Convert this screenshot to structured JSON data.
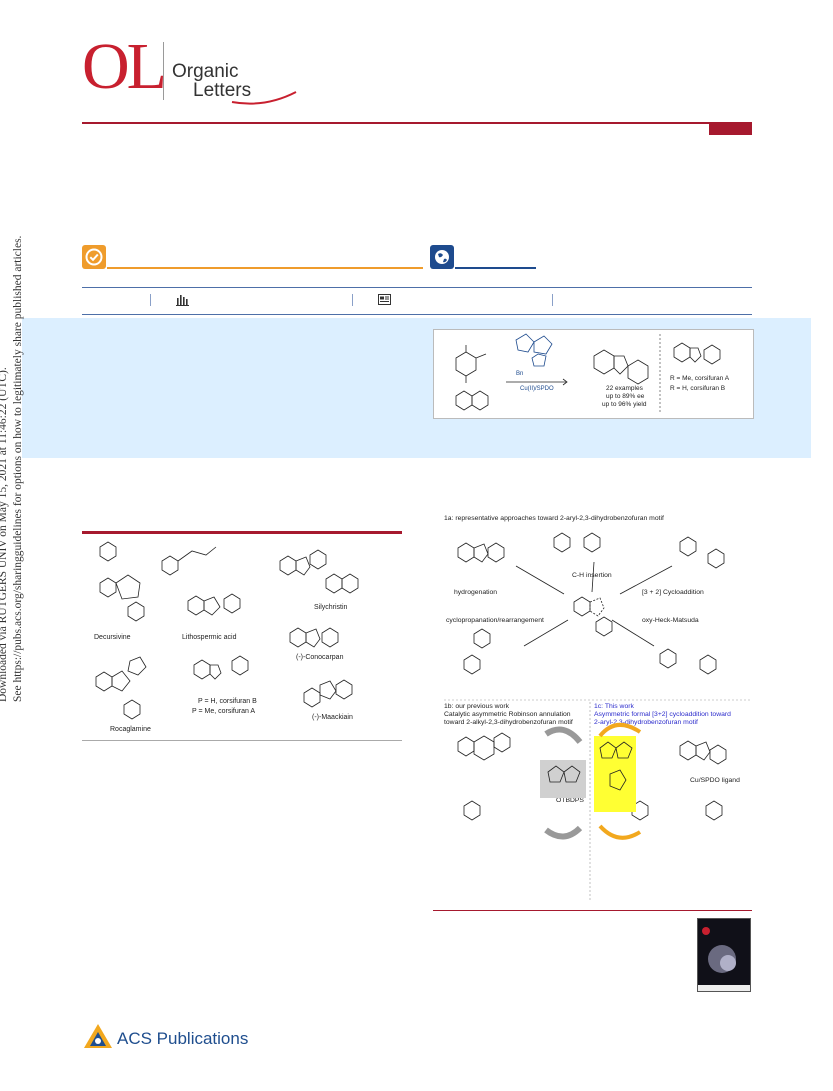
{
  "journal": {
    "logo_letters": "OL",
    "name_line1": "Organic",
    "name_line2": "Letters"
  },
  "colors": {
    "brand_red": "#a6192e",
    "open_access_orange": "#ef9c2c",
    "globe_blue": "#1e4b8e",
    "abstract_bg": "#dcefff",
    "highlight_yellow": "#ffff33"
  },
  "icons": {
    "open_access": "check-circle-icon",
    "world_access": "globe-icon",
    "metrics": "bar-chart-icon",
    "article": "article-icon"
  },
  "side_notice": {
    "line1": "Downloaded via RUTGERS UNIV on May 15, 2021 at 11:46:22 (UTC).",
    "line2": "See https://pubs.acs.org/sharingguidelines for options on how to legitimately share published articles."
  },
  "toc_graphic": {
    "catalyst": "Cu(II)/SPDO",
    "examples": "22 examples",
    "ee": "up to 89% ee",
    "yield": "up to 96% yield",
    "product_a": "R = Me, corsifuran A",
    "product_b": "R = H, corsifuran B"
  },
  "figure1": {
    "compounds": [
      "Decursivine",
      "Lithospermic acid",
      "Silychristin",
      "(-)-Conocarpan",
      "Rocaglamine",
      "P = H, corsifuran B",
      "P = Me, corsifuran A",
      "(-)-Maackiain"
    ]
  },
  "scheme1": {
    "title_1a": "1a: representative approaches toward 2-aryl-2,3-dihydrobenzofuran motif",
    "routes": [
      "hydrogenation",
      "C-H insertion",
      "[3 + 2] Cycloaddition",
      "cyclopropanation/rearrangement",
      "oxy-Heck-Matsuda"
    ],
    "title_1b_l1": "1b:  our previous work",
    "title_1b_l2": "Catalytic asymmetric Robinson annulation",
    "title_1b_l3": "toward 2-alkyl-2,3-dihydrobenzofuran motif",
    "title_1c_l1": "1c: This work",
    "title_1c_l2": "Asymmetric formal [3+2] cycloaddition toward",
    "title_1c_l3": "2-aryl-2,3-dihydrobenzofuran motif",
    "ligand": "Cu/SPDO ligand",
    "protecting_group": "OTBDPS"
  },
  "publisher": {
    "name": "ACS Publications"
  }
}
